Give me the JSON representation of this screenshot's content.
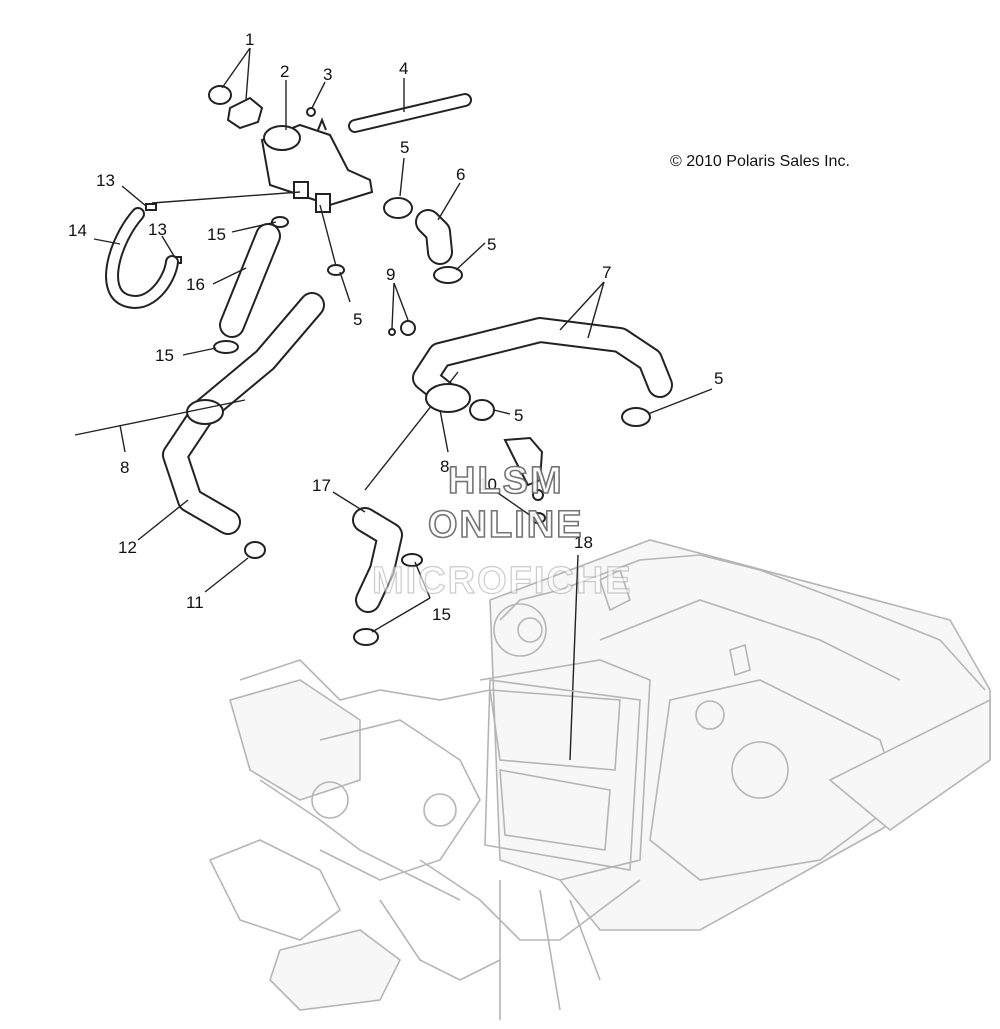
{
  "copyright": "© 2010 Polaris Sales Inc.",
  "watermark": {
    "line1": "HLSM",
    "line2": "ONLINE",
    "line3": "MICROFICHE"
  },
  "callouts": [
    {
      "label": "1"
    },
    {
      "label": "2"
    },
    {
      "label": "3"
    },
    {
      "label": "4"
    },
    {
      "label": "5"
    },
    {
      "label": "6"
    },
    {
      "label": "5"
    },
    {
      "label": "13"
    },
    {
      "label": "14"
    },
    {
      "label": "13"
    },
    {
      "label": "15"
    },
    {
      "label": "16"
    },
    {
      "label": "5"
    },
    {
      "label": "9"
    },
    {
      "label": "7"
    },
    {
      "label": "15"
    },
    {
      "label": "5"
    },
    {
      "label": "5"
    },
    {
      "label": "8"
    },
    {
      "label": "8"
    },
    {
      "label": "17"
    },
    {
      "label": "10"
    },
    {
      "label": "18"
    },
    {
      "label": "12"
    },
    {
      "label": "11"
    },
    {
      "label": "15"
    }
  ]
}
